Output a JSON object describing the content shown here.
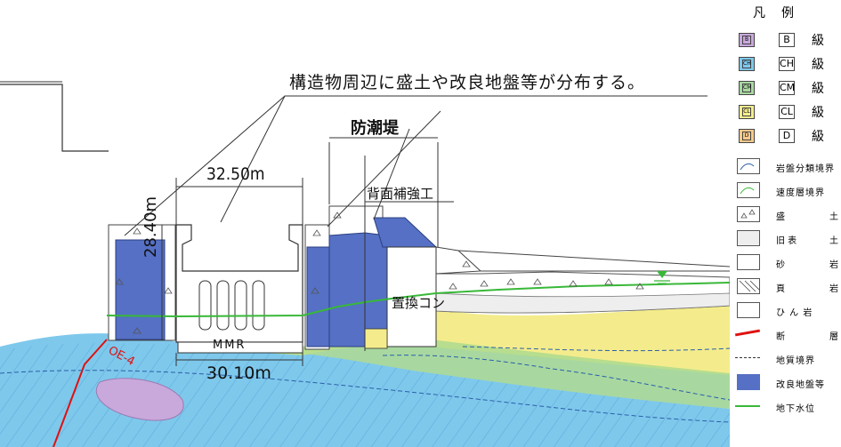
{
  "labels": {
    "callout": "構造物周辺に盛土や改良地盤等が分布する。",
    "seawall": "防潮堤",
    "back_reinforcement": "背面補強工",
    "replacement_concrete": "置換コン",
    "width_top": "32.50m",
    "width_bottom": "30.10m",
    "height": "28.40m",
    "mmr": "MMR",
    "fault": "OE-4"
  },
  "legend": {
    "title": "凡例",
    "grades": [
      {
        "swatch": "B",
        "label": "B",
        "suffix": "級",
        "color": "#c9a8dc"
      },
      {
        "swatch": "CH",
        "label": "CH",
        "suffix": "級",
        "color": "#7ec8ec"
      },
      {
        "swatch": "CM",
        "label": "CM",
        "suffix": "級",
        "color": "#a8d8a0"
      },
      {
        "swatch": "CL",
        "label": "CL",
        "suffix": "級",
        "color": "#f4ec8c"
      },
      {
        "swatch": "D",
        "label": "D",
        "suffix": "級",
        "color": "#f7c98a"
      }
    ],
    "items": [
      {
        "icon": "rock-boundary-icon",
        "label": "岩盤分類境界"
      },
      {
        "icon": "velocity-boundary-icon",
        "label": "速度層境界"
      },
      {
        "icon": "fill-icon",
        "label_a": "盛",
        "label_b": "土"
      },
      {
        "icon": "topsoil-icon",
        "label_a": "旧 表",
        "label_b": "土"
      },
      {
        "icon": "sandstone-icon",
        "label_a": "砂",
        "label_b": "岩"
      },
      {
        "icon": "shale-icon",
        "label_a": "頁",
        "label_b": "岩"
      },
      {
        "icon": "dolerite-icon",
        "label": "ひ ん 岩"
      },
      {
        "icon": "fault-icon",
        "label_a": "断",
        "label_b": "層"
      },
      {
        "icon": "geologic-boundary-icon",
        "label": "地質境界"
      },
      {
        "icon": "improved-ground-icon",
        "label": "改良地盤等"
      },
      {
        "icon": "groundwater-icon",
        "label": "地下水位"
      }
    ]
  },
  "colors": {
    "grade_B": "#c9a8dc",
    "grade_CH": "#7ec8ec",
    "grade_CM": "#a8d8a0",
    "grade_CL": "#f4ec8c",
    "grade_D": "#f7c98a",
    "improved_ground": "#5570c4",
    "groundwater": "#38b838",
    "fault": "#e01010"
  }
}
